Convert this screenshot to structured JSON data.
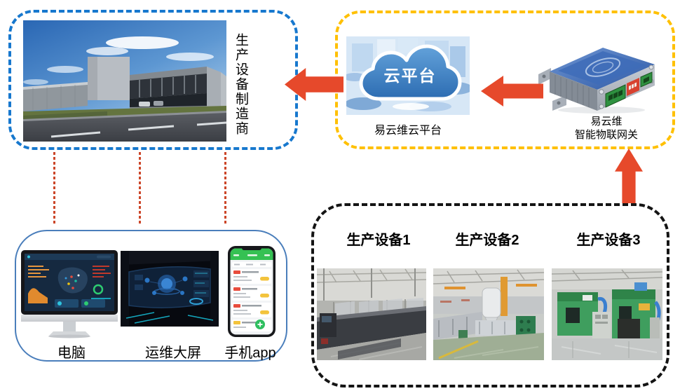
{
  "manufacturer": {
    "label": "生产设备制造商"
  },
  "platform": {
    "cloud_badge": "云平台",
    "cloud_label": "易云维云平台",
    "gateway_label_line1": "易云维",
    "gateway_label_line2": "智能物联网关"
  },
  "terminals": {
    "items": [
      {
        "label": "电脑"
      },
      {
        "label": "运维大屏"
      },
      {
        "label": "手机app"
      }
    ]
  },
  "equipment": {
    "items": [
      {
        "label": "生产设备1"
      },
      {
        "label": "生产设备2"
      },
      {
        "label": "生产设备3"
      }
    ]
  },
  "colors": {
    "manufacturer_border": "#1778CE",
    "platform_border": "#FFC000",
    "equipment_border": "#141414",
    "terminal_border": "#4A7EBB",
    "connector_dots": "#CC4629",
    "arrow": "#E6492B",
    "cloud_fill": "#2C6CB2"
  }
}
